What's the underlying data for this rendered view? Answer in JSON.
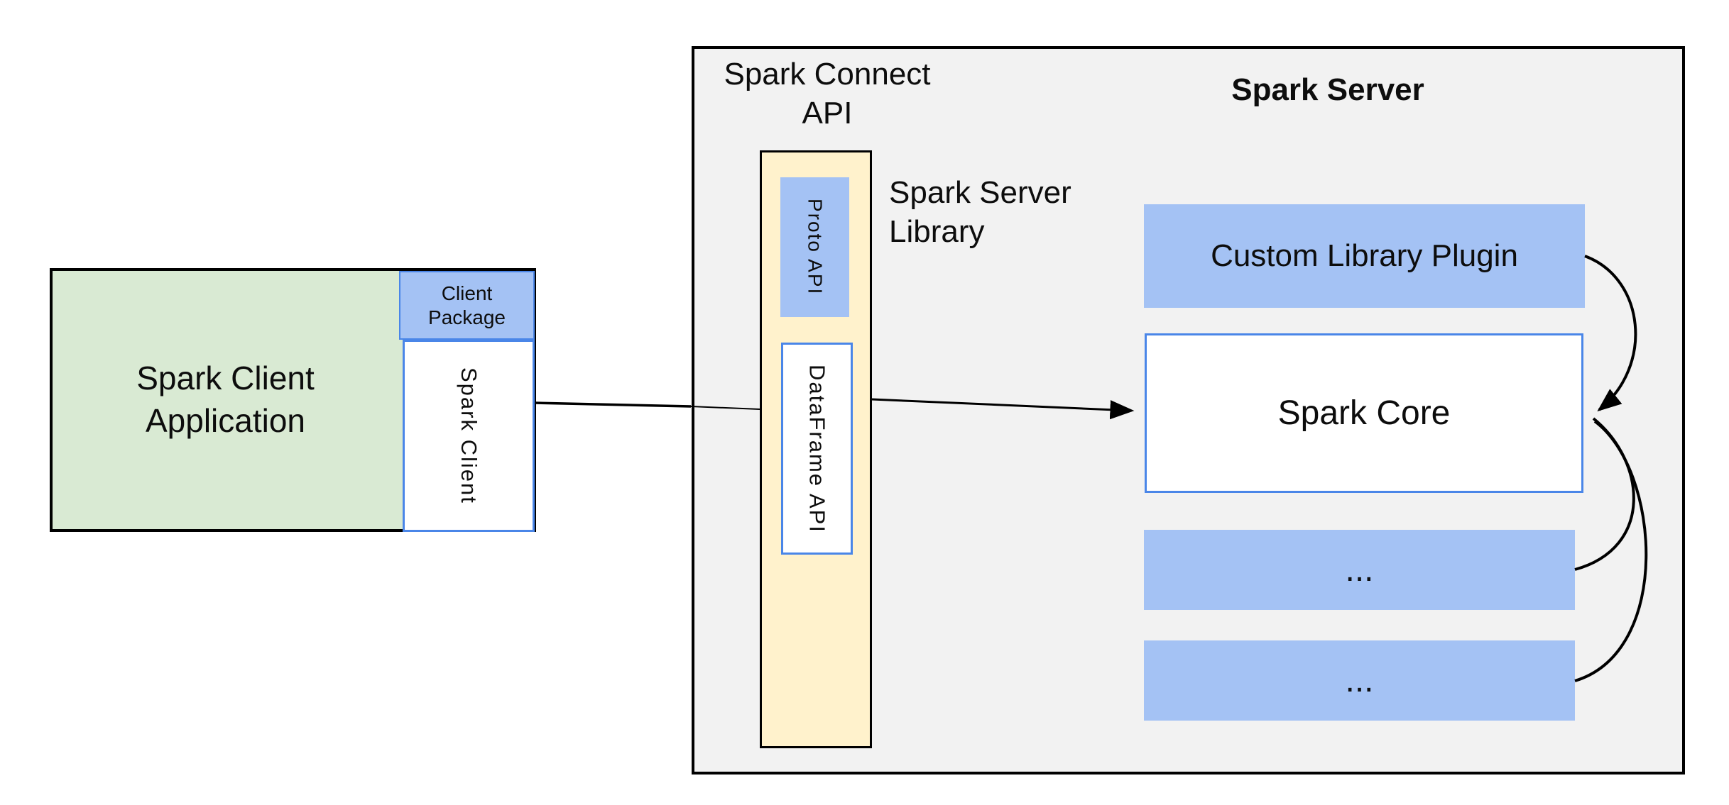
{
  "colors": {
    "bg": "#ffffff",
    "greenFill": "#d9ead3",
    "blueFill": "#a4c2f4",
    "blueBorder": "#4a86e8",
    "yellowFill": "#fff2cc",
    "grayFill": "#f2f2f2",
    "line": "#000000",
    "text": "#0d0d0d"
  },
  "client": {
    "application_label": "Spark Client\nApplication",
    "package_label": "Client\nPackage",
    "client_label": "Spark Client"
  },
  "connect_api": {
    "title": "Spark Connect\nAPI",
    "proto_label": "Proto API",
    "dataframe_label": "DataFrame API",
    "library_label": "Spark Server\nLibrary"
  },
  "server": {
    "title": "Spark Server",
    "plugin_label": "Custom Library Plugin",
    "core_label": "Spark Core",
    "more_label_1": "...",
    "more_label_2": "..."
  }
}
